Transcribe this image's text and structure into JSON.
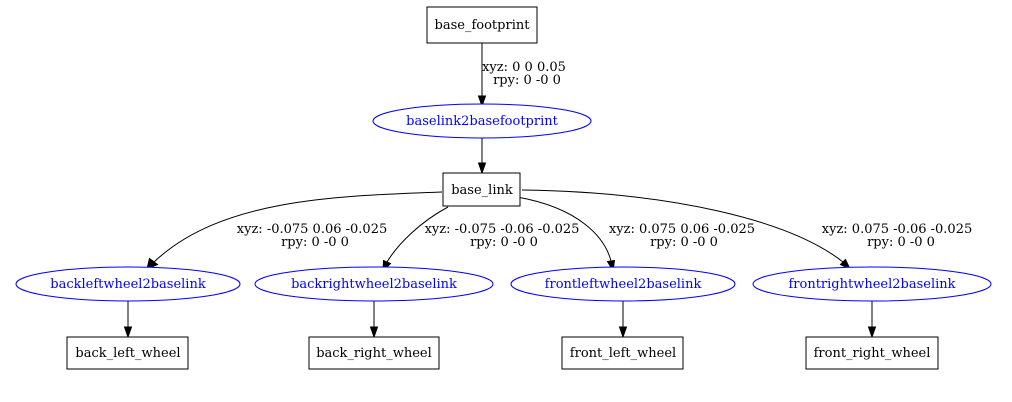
{
  "links": {
    "base_footprint": "base_footprint",
    "base_link": "base_link",
    "back_left_wheel": "back_left_wheel",
    "back_right_wheel": "back_right_wheel",
    "front_left_wheel": "front_left_wheel",
    "front_right_wheel": "front_right_wheel"
  },
  "joints": {
    "baselink2basefootprint": "baselink2basefootprint",
    "backleftwheel2baselink": "backleftwheel2baselink",
    "backrightwheel2baselink": "backrightwheel2baselink",
    "frontleftwheel2baselink": "frontleftwheel2baselink",
    "frontrightwheel2baselink": "frontrightwheel2baselink"
  },
  "edge_labels": {
    "baselink2basefootprint": {
      "xyz": "xyz: 0 0 0.05",
      "rpy": "rpy: 0 -0 0"
    },
    "backleftwheel2baselink": {
      "xyz": "xyz: -0.075 0.06 -0.025",
      "rpy": "rpy: 0 -0 0"
    },
    "backrightwheel2baselink": {
      "xyz": "xyz: -0.075 -0.06 -0.025",
      "rpy": "rpy: 0 -0 0"
    },
    "frontleftwheel2baselink": {
      "xyz": "xyz: 0.075 0.06 -0.025",
      "rpy": "rpy: 0 -0 0"
    },
    "frontrightwheel2baselink": {
      "xyz": "xyz: 0.075 -0.06 -0.025",
      "rpy": "rpy: 0 -0 0"
    }
  },
  "colors": {
    "link_stroke": "#000000",
    "joint_stroke": "#0000ff",
    "joint_text": "#0000ff",
    "background": "#ffffff"
  }
}
